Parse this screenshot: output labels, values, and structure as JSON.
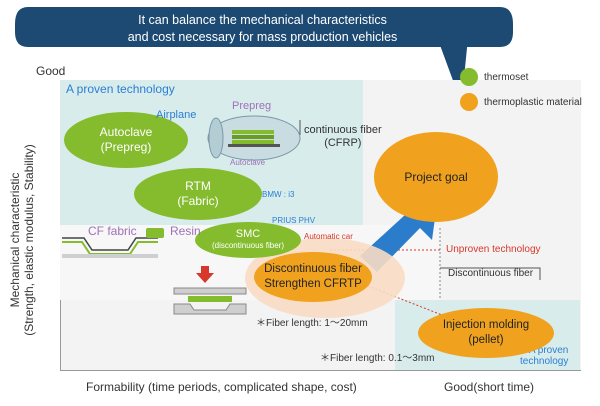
{
  "bubble": {
    "line1": "It can balance the mechanical characteristics",
    "line2": "and cost necessary for mass production vehicles"
  },
  "axes": {
    "y_good": "Good",
    "y_label_line1": "Mechanical characteristic",
    "y_label_line2": "(Strength, elastic modulus, Stability)",
    "x_label": "Formability (time periods, complicated shape, cost)",
    "x_good": "Good(short time)"
  },
  "legend": {
    "thermoset": "thermoset",
    "thermoplastic": "thermoplastic material",
    "thermoset_color": "#84bc2e",
    "thermoplastic_color": "#f0a21e"
  },
  "regions": {
    "proven_top": "A proven technology",
    "proven_bottom_line1": "A proven",
    "proven_bottom_line2": "technology",
    "unproven": "Unproven technology"
  },
  "labels": {
    "airplane": "Airplane",
    "prepreg": "Prepreg",
    "autoclave_small": "Autoclave",
    "continuous_fiber_line1": "continuous fiber",
    "continuous_fiber_line2": "(CFRP)",
    "bmw": "BMW : i3",
    "prius": "PRIUS PHV",
    "automatic_car": "Automatic car",
    "cf_fabric": "CF fabric",
    "resin": "Resin",
    "discontinuous_fiber": "Discontinuous fiber",
    "fiber_length_1": "＊Fiber length: 1～20mm",
    "fiber_length_2": "＊Fiber length: 0.1～3mm"
  },
  "ellipses": {
    "autoclave_line1": "Autoclave",
    "autoclave_line2": "(Prepreg)",
    "rtm_line1": "RTM",
    "rtm_line2": "(Fabric)",
    "smc_line1": "SMC",
    "smc_line2": "(discontinuous fiber)",
    "project_goal": "Project goal",
    "dcf_line1": "Discontinuous fiber",
    "dcf_line2": "Strengthen CFRTP",
    "injection_line1": "Injection molding",
    "injection_line2": "(pellet)"
  }
}
